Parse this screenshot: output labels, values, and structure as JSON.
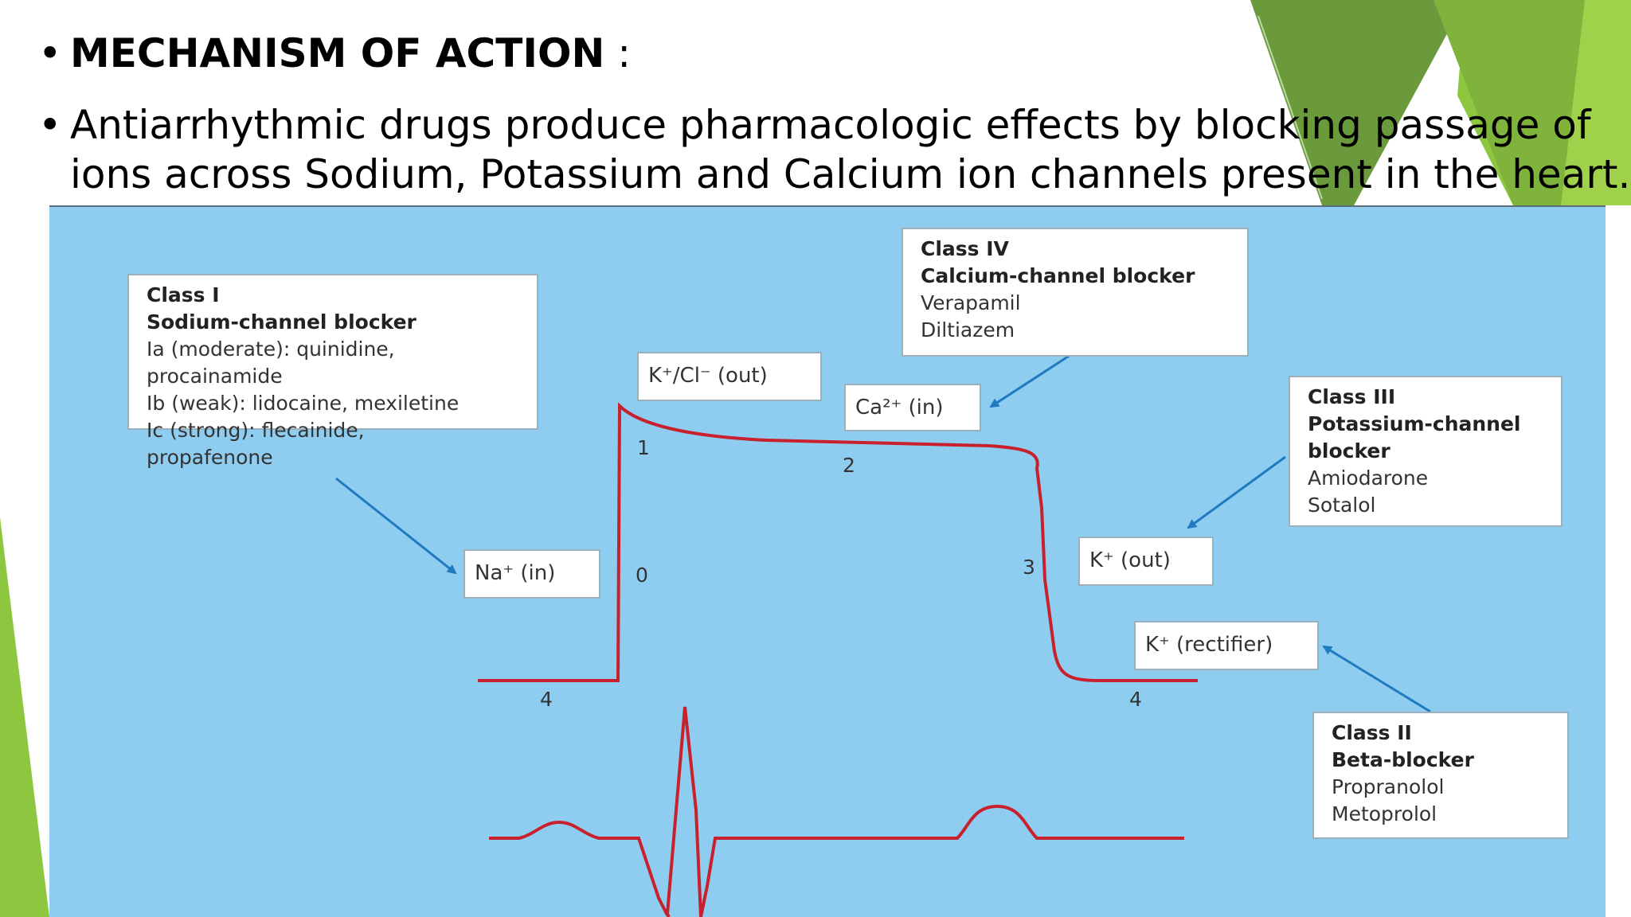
{
  "slide": {
    "heading": "MECHANISM OF ACTION",
    "heading_suffix": " :",
    "bullet_char": "•",
    "body_line1": "Antiarrhythmic drugs produce pharmacologic effects by blocking passage of",
    "body_line2": "ions across Sodium, Potassium and Calcium ion channels present in the heart."
  },
  "colors": {
    "diagram_bg": "#8ecdf0",
    "curve": "#c8202c",
    "arrow": "#1f7ac0",
    "green_dark": "#6a9a3c",
    "green_light": "#8dc63f"
  },
  "diagram": {
    "class1": {
      "title": "Class I",
      "subtitle": "Sodium-channel blocker",
      "lines": [
        "Ia (moderate): quinidine,",
        "procainamide",
        "Ib (weak): lidocaine, mexiletine",
        "Ic (strong): flecainide,",
        "propafenone"
      ]
    },
    "class2": {
      "title": "Class II",
      "subtitle": "Beta-blocker",
      "lines": [
        "Propranolol",
        "Metoprolol"
      ]
    },
    "class3": {
      "title": "Class III",
      "subtitle1": "Potassium-channel",
      "subtitle2": "blocker",
      "lines": [
        "Amiodarone",
        "Sotalol"
      ]
    },
    "class4": {
      "title": "Class IV",
      "subtitle": "Calcium-channel blocker",
      "lines": [
        "Verapamil",
        "Diltiazem"
      ]
    },
    "ions": {
      "na_in": "Na⁺ (in)",
      "k_cl_out": "K⁺/Cl⁻ (out)",
      "ca_in": "Ca²⁺ (in)",
      "k_out": "K⁺ (out)",
      "k_rectifier": "K⁺ (rectifier)"
    },
    "phases": {
      "p0": "0",
      "p1": "1",
      "p2": "2",
      "p3": "3",
      "p4_left": "4",
      "p4_right": "4"
    }
  }
}
